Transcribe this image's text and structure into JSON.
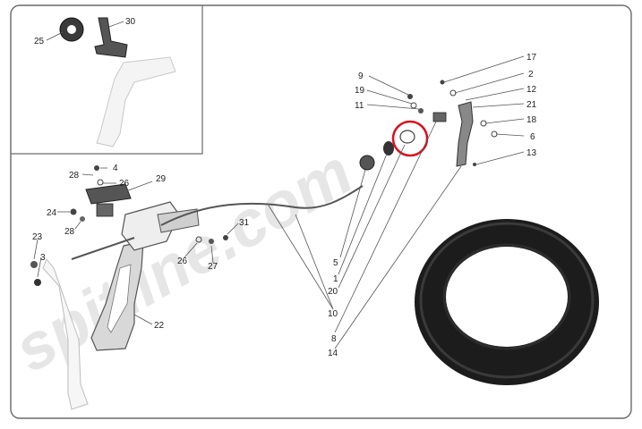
{
  "watermark": "spitline.com",
  "colors": {
    "highlight": "#d9101f",
    "line": "#555555",
    "gasket": "#1c1c1c"
  },
  "callouts": {
    "c25": "25",
    "c30": "30",
    "c28a": "28",
    "c4": "4",
    "c26a": "26",
    "c29": "29",
    "c24": "24",
    "c28b": "28",
    "c23": "23",
    "c3": "3",
    "c31": "31",
    "c26b": "26",
    "c27": "27",
    "c22": "22",
    "c9": "9",
    "c19": "19",
    "c11": "11",
    "c17": "17",
    "c2": "2",
    "c12": "12",
    "c21": "21",
    "c18": "18",
    "c6": "6",
    "c13": "13",
    "c5": "5",
    "c1": "1",
    "c20": "20",
    "c10": "10",
    "c8": "8",
    "c14": "14"
  }
}
